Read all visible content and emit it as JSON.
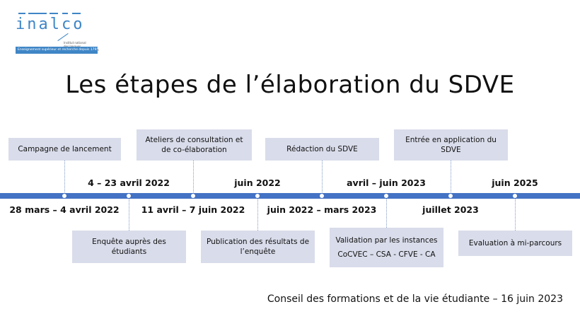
{
  "logo": {
    "wordmark": "inalco",
    "description": [
      "Institut national",
      "des langues",
      "et civilisations orientales"
    ],
    "band": "Enseignement supérieur et recherche depuis 1795"
  },
  "title": "Les étapes de l’élaboration du SDVE",
  "steps_above": [
    {
      "label_lines": [
        "Campagne de lancement"
      ],
      "date": "4 – 23 avril 2022"
    },
    {
      "label_lines": [
        "Ateliers de consultation et",
        "de co-élaboration"
      ],
      "date": "juin 2022"
    },
    {
      "label_lines": [
        "Rédaction du SDVE"
      ],
      "date": "avril – juin 2023"
    },
    {
      "label_lines": [
        "Entrée en application du",
        "SDVE"
      ],
      "date": "juin 2025"
    }
  ],
  "steps_below": [
    {
      "date": "28 mars – 4 avril 2022",
      "label_lines": [
        "Enquête auprès des",
        "étudiants"
      ]
    },
    {
      "date": "11 avril – 7 juin 2022",
      "label_lines": [
        "Publication des résultats de",
        "l’enquête"
      ]
    },
    {
      "date": "juin 2022 – mars 2023",
      "label_lines": [
        "Validation par les instances",
        "CoCVEC – CSA - CFVE - CA"
      ]
    },
    {
      "date": "juillet 2023",
      "label_lines": [
        "Evaluation à mi-parcours"
      ]
    }
  ],
  "footer": "Conseil des formations et de la vie étudiante – 16 juin 2023",
  "colors": {
    "axis": "#4472c4",
    "box": "#d9dcea",
    "logo": "#3f86c6"
  }
}
